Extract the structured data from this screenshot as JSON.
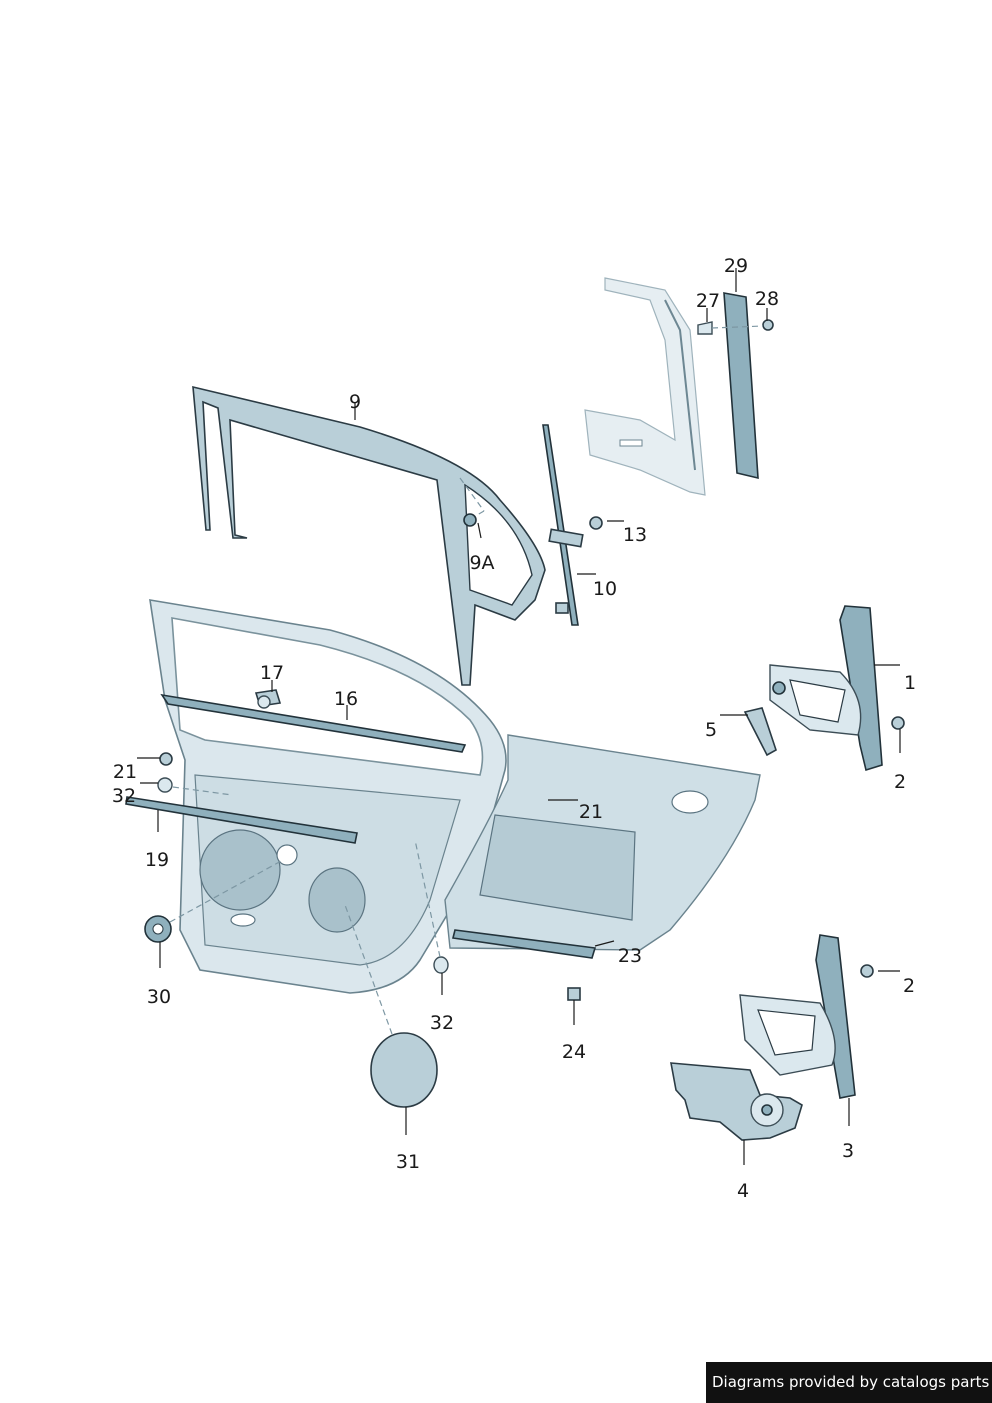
{
  "callouts": {
    "c1": "1",
    "c2a": "2",
    "c2b": "2",
    "c3": "3",
    "c4": "4",
    "c5": "5",
    "c9": "9",
    "c9a": "9A",
    "c10": "10",
    "c13": "13",
    "c16": "16",
    "c17": "17",
    "c19": "19",
    "c21a": "21",
    "c21b": "21",
    "c23": "23",
    "c24": "24",
    "c27": "27",
    "c28": "28",
    "c29": "29",
    "c30": "30",
    "c31": "31",
    "c32a": "32",
    "c32b": "32"
  },
  "banner": {
    "text": "Diagrams provided by catalogs parts"
  },
  "colors": {
    "part_fill": "#b9cfd8",
    "part_stroke": "#2b3b44",
    "banner_bg": "#111111"
  }
}
